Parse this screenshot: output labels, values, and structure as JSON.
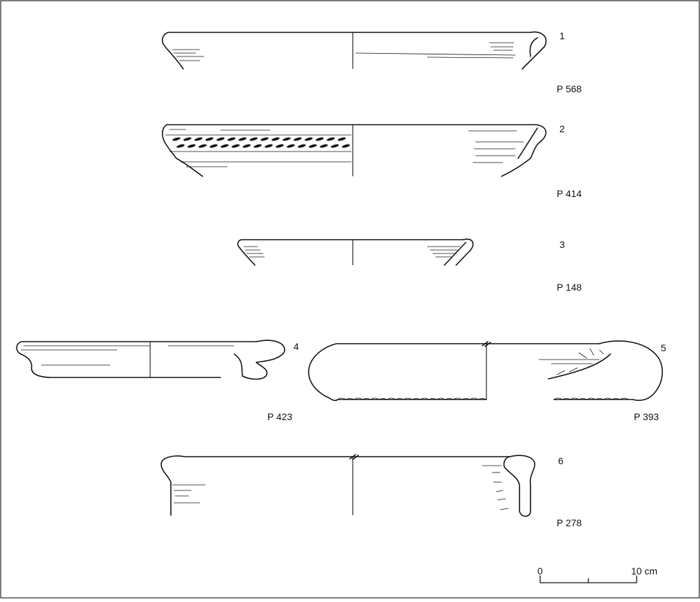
{
  "figure": {
    "vessels": [
      {
        "number": "1",
        "catalog": "P 568"
      },
      {
        "number": "2",
        "catalog": "P 414"
      },
      {
        "number": "3",
        "catalog": "P 148"
      },
      {
        "number": "4",
        "catalog": "P 423"
      },
      {
        "number": "5",
        "catalog": "P 393"
      },
      {
        "number": "6",
        "catalog": "P 278"
      }
    ],
    "scale_bar": {
      "start_label": "0",
      "end_label": "10 cm"
    }
  }
}
